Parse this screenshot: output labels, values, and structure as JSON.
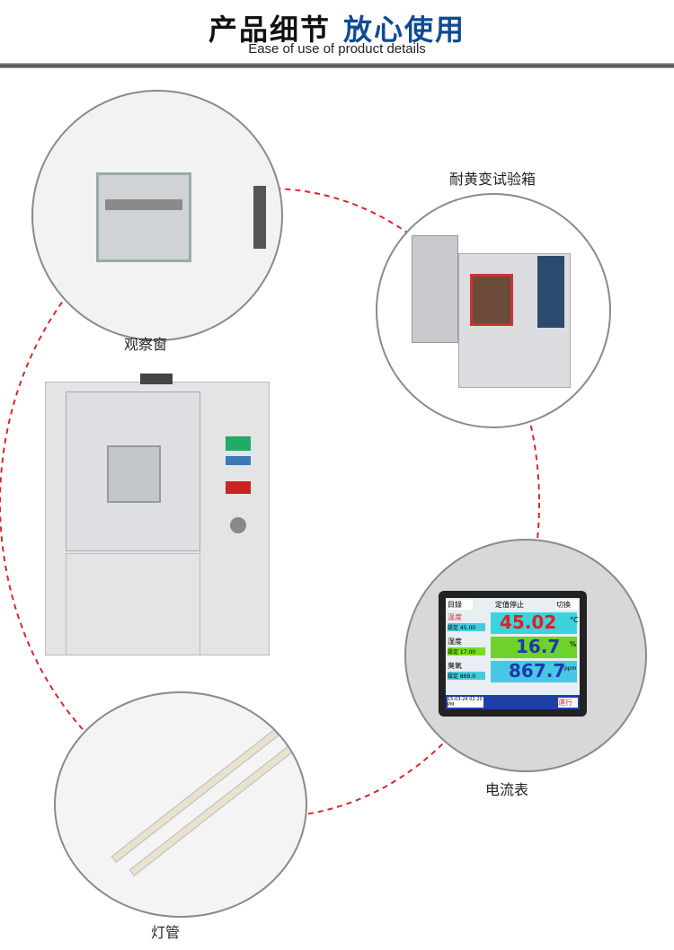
{
  "header": {
    "title_black": "产品细节",
    "title_blue": "放心使用",
    "subtitle": "Ease of use of product details"
  },
  "labels": {
    "window": "观察窗",
    "chamber": "耐黄变试验箱",
    "meter": "电流表",
    "lamp": "灯管"
  },
  "screen": {
    "menu": "目錄",
    "status": "定值停止",
    "switch": "切換",
    "rows": [
      {
        "name": "温度",
        "set": "設定 45.00",
        "value": "45.02",
        "unit": "°C"
      },
      {
        "name": "湿度",
        "set": "設定 17.00",
        "value": "16.7",
        "unit": "%"
      },
      {
        "name": "臭氧",
        "set": "設定 869.0",
        "value": "867.7",
        "unit": "ppm"
      }
    ],
    "datetime": "15-03-24 02:20 PM",
    "run": "運行"
  },
  "colors": {
    "accent_blue": "#0f4a94",
    "dash_red": "#d9262c"
  }
}
